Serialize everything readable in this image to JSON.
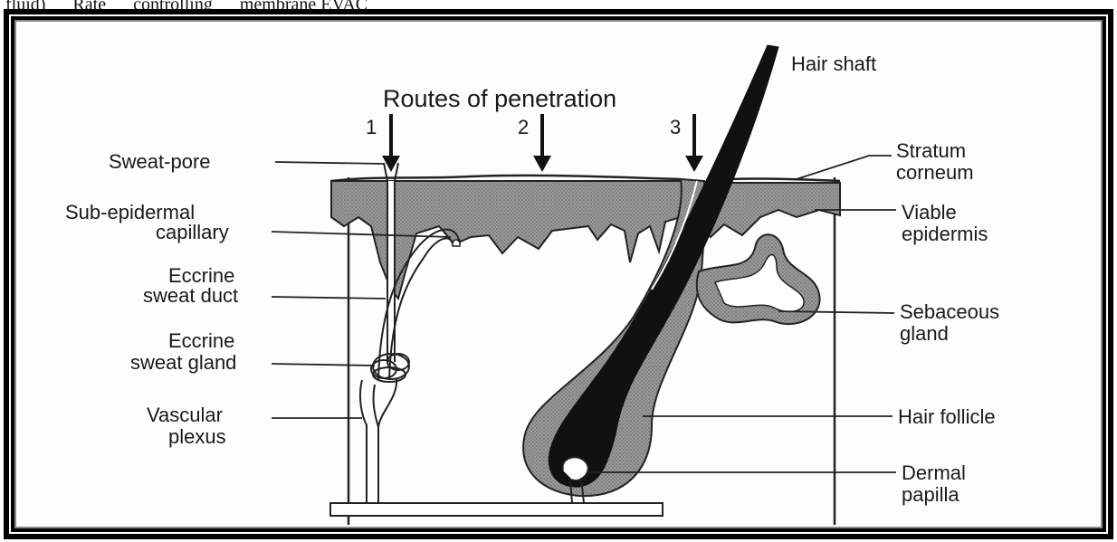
{
  "header_text": "fluid)      Rate      controlling      membrane EVAC",
  "diagram": {
    "title": "Routes of penetration",
    "route_numbers": [
      "1",
      "2",
      "3"
    ],
    "labels_left": {
      "sweat_pore": "Sweat-pore",
      "sub_epidermal_1": "Sub-epidermal",
      "sub_epidermal_2": "capillary",
      "eccrine_duct_1": "Eccrine",
      "eccrine_duct_2": "sweat duct",
      "eccrine_gland_1": "Eccrine",
      "eccrine_gland_2": "sweat gland",
      "vascular_1": "Vascular",
      "vascular_2": "plexus"
    },
    "labels_right": {
      "hair_shaft": "Hair shaft",
      "stratum_1": "Stratum",
      "stratum_2": "corneum",
      "viable_1": "Viable",
      "viable_2": "epidermis",
      "sebaceous_1": "Sebaceous",
      "sebaceous_2": "gland",
      "hair_follicle": "Hair follicle",
      "dermal_1": "Dermal",
      "dermal_2": "papilla"
    }
  }
}
